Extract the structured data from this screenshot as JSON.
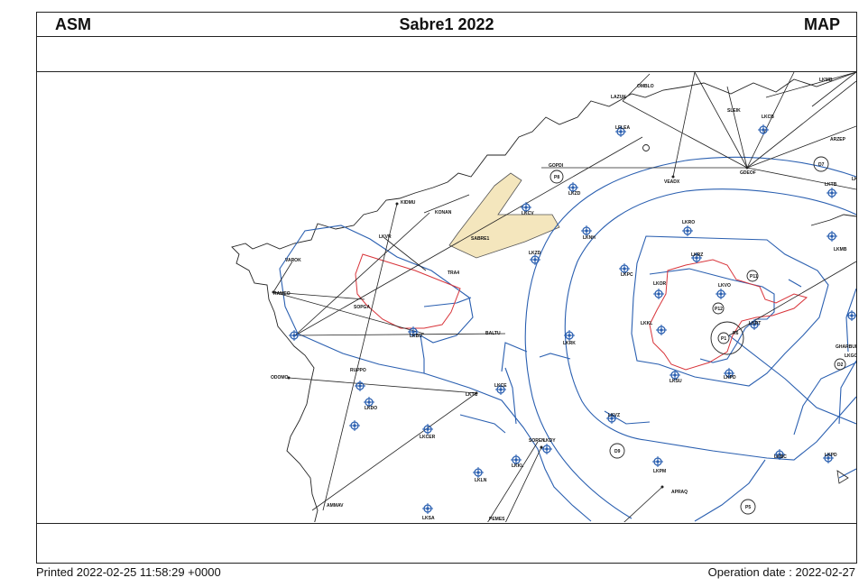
{
  "header": {
    "left": "ASM",
    "title": "Sabre1 2022",
    "right": "MAP"
  },
  "footer": {
    "printed": "Printed 2022-02-25 11:58:29 +0000",
    "operation": "Operation date : 2022-02-27"
  },
  "map": {
    "colors": {
      "sector": "#2a5fb0",
      "restricted": "#d8343a",
      "border": "#222222",
      "area_fill": "#f4e6bd",
      "airport": "#2a5fb0"
    },
    "labels": {
      "omblo": "OMBLO",
      "lazuk": "LAZUK",
      "lkcb": "LKCB",
      "lflea": "LFLEA",
      "gopdi": "GOPDI",
      "veadx": "VEADX",
      "gdeof": "GDEOF",
      "arzep": "ARZEP",
      "lktb": "LKTB",
      "lkar": "LKAR",
      "kidmu": "KIDMU",
      "konan": "KONAN",
      "lkcv": "LKCV",
      "sabre1": "SABRE1",
      "lkro": "LKRO",
      "lkrz": "LKRZ",
      "lknh": "LKNH",
      "lkzd": "LKZD",
      "sleik": "SLEIK",
      "varok": "VAROK",
      "tra4": "TRA4",
      "lkpc": "LKPC",
      "lkor": "LKOR",
      "lkvo": "LKVO",
      "lkmb": "LKMB",
      "rameo": "RAMEO",
      "sopga": "SOPGA",
      "lkkl": "LKKL",
      "lkvr": "LKVR",
      "lkrk": "LKRK",
      "lkbu": "LKBU",
      "baltu": "BALTU",
      "odomo": "ODOMO",
      "lkdo": "LKDO",
      "lktc": "LKTC",
      "lkce": "LKCE",
      "lksu": "LKSU",
      "ruppo": "RUPPO",
      "lkcer": "LKCER",
      "lkdy": "LKDY",
      "soren": "SOREN",
      "lkkl2": "LKKL",
      "lkln": "LKLN",
      "lkpm": "LKPM",
      "lksa": "LKSA",
      "apraq": "APRAQ",
      "ammav": "AMMAV",
      "pemes": "PEMES",
      "lkpd": "LKPD",
      "lkmb2": "LKMB",
      "lkbc": "LKBC",
      "lkvz": "LKVZ",
      "lkrt": "LKRT",
      "lkgc": "LKGC",
      "gharbum": "GHARBUM",
      "p11": "P11",
      "p12": "P12",
      "p1": "P1",
      "p8": "P8",
      "d7": "D7",
      "d9": "D9",
      "d2": "D2",
      "p5": "P5",
      "r6": "R6"
    }
  }
}
